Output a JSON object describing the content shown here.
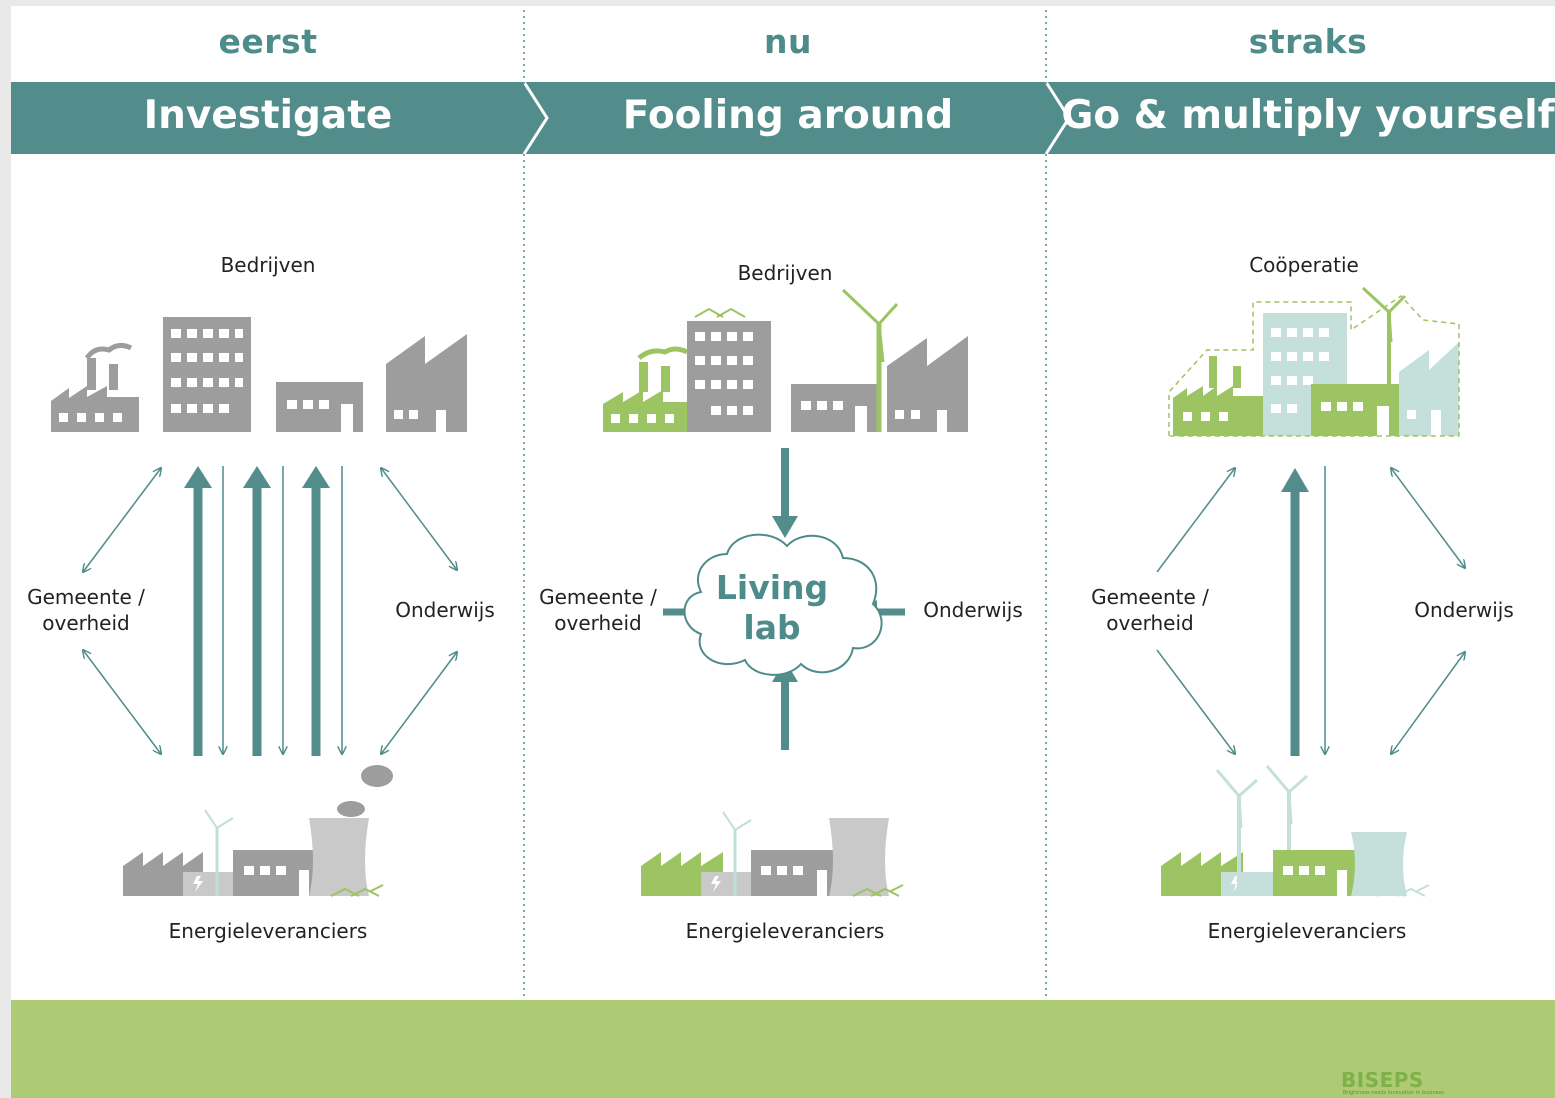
{
  "columns": [
    {
      "label": "eerst",
      "title": "Investigate"
    },
    {
      "label": "nu",
      "title": "Fooling around"
    },
    {
      "label": "straks",
      "title": "Go & multiply yourself"
    }
  ],
  "left": {
    "top": "Bedrijven",
    "side_left_1": "Gemeente /",
    "side_left_2": "overheid",
    "side_right": "Onderwijs",
    "bottom": "Energieleveranciers"
  },
  "middle": {
    "top": "Bedrijven",
    "side_left_1": "Gemeente /",
    "side_left_2": "overheid",
    "side_right": "Onderwijs",
    "bottom": "Energieleveranciers",
    "hub_1": "Living",
    "hub_2": "lab"
  },
  "right": {
    "top": "Coöperatie",
    "side_left_1": "Gemeente /",
    "side_left_2": "overheid",
    "side_right": "Onderwijs",
    "bottom": "Energieleveranciers"
  },
  "footer": {
    "logo_text": "BISEPS",
    "logo_sub": "Brightness needs innovation in business"
  },
  "colors": {
    "teal": "#4e8b8b",
    "green": "#9cc463",
    "gray": "#9d9d9d",
    "pale": "#c5e0da",
    "footer": "#adcb75",
    "eu_blue": "#2a62a8",
    "eu_star": "#f7d117"
  },
  "icons": [
    "factory-icon",
    "office-building-icon",
    "wind-turbine-icon",
    "cooling-tower-icon",
    "solar-panel-icon",
    "cloud-icon",
    "eu-flag-icon",
    "biseps-logo-icon"
  ]
}
